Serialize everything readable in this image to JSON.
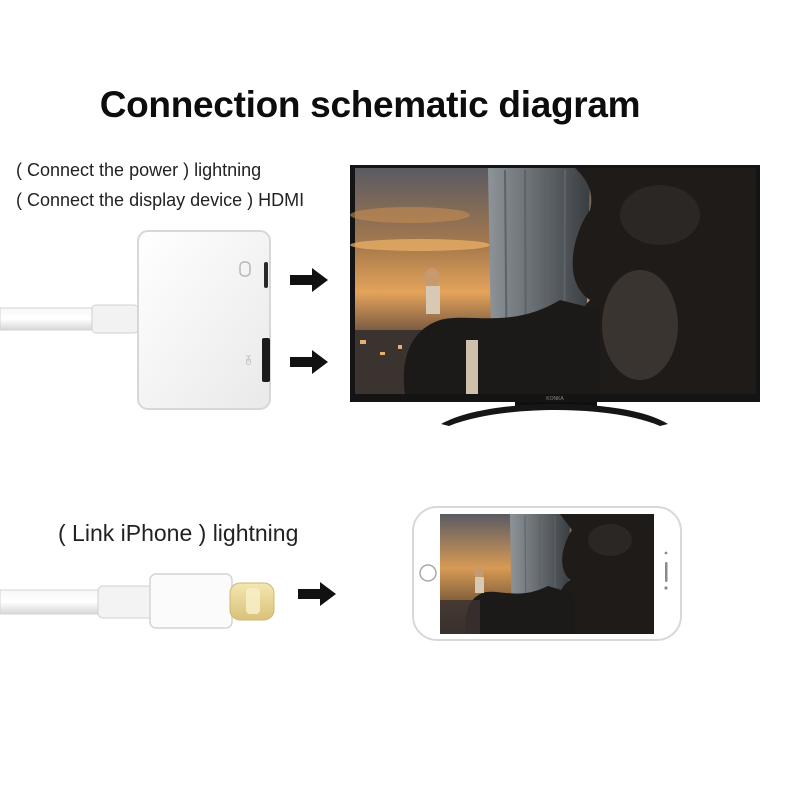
{
  "title": "Connection schematic diagram",
  "labels": {
    "power": "( Connect the power ) lightning",
    "display": "( Connect the display device ) HDMI",
    "iphone": "( Link iPhone ) lightning"
  },
  "tv_brand": "KONKA",
  "adapter_port_label": "HD",
  "icons": [
    "arrow-right-icon",
    "lightning-port-icon",
    "hdmi-port-icon"
  ]
}
